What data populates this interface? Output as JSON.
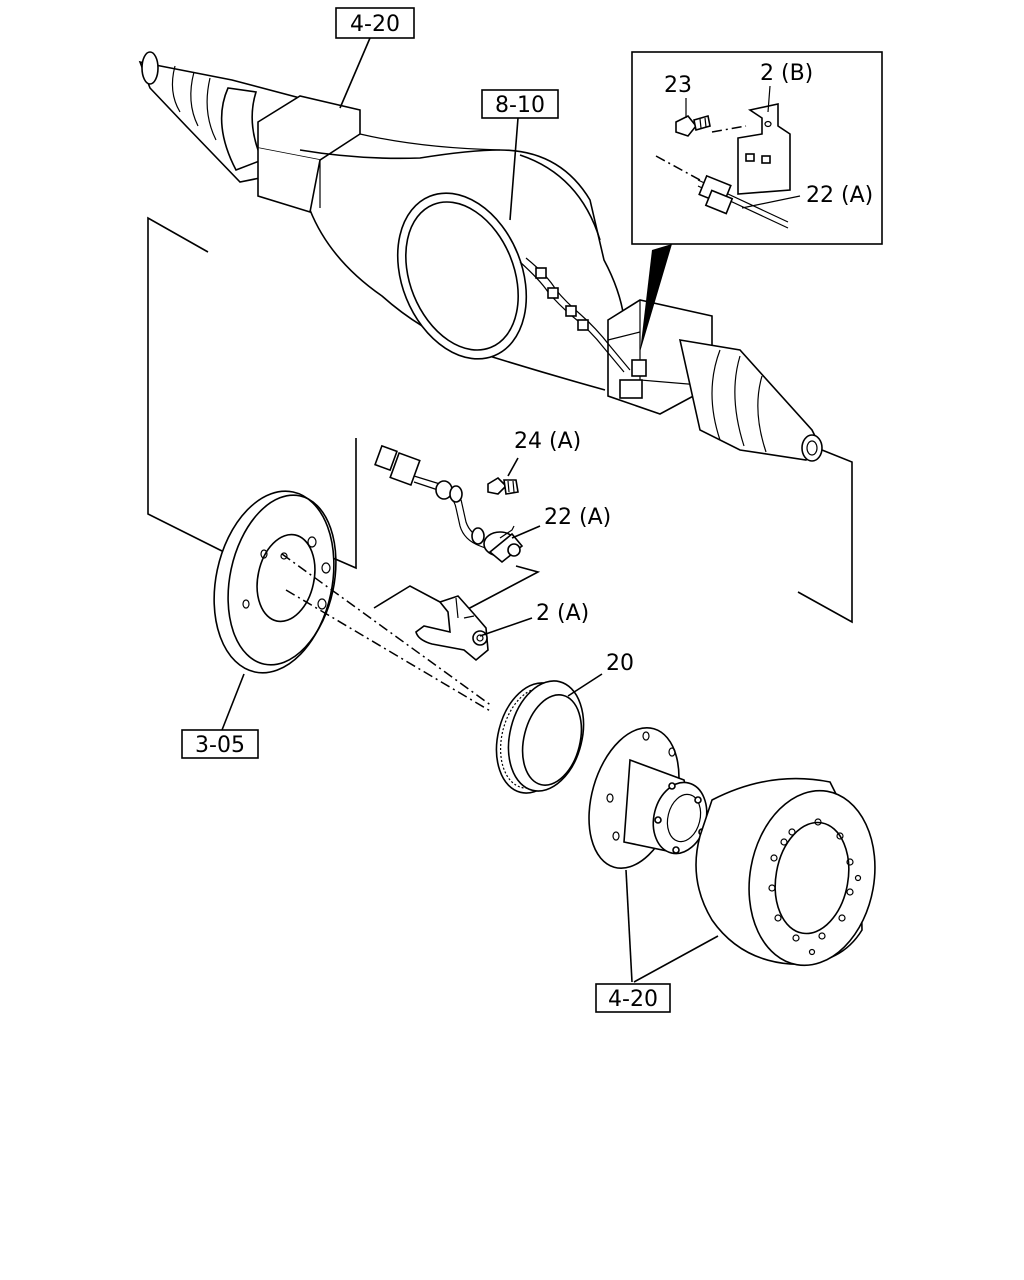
{
  "reference_boxes": {
    "top": "4-20",
    "axle": "8-10",
    "backing_plate": "3-05",
    "hub_drum": "4-20"
  },
  "callouts": {
    "bolt_inset": "23",
    "bracket_inset": "2 (B)",
    "sensor_inset": "22 (A)",
    "bolt": "24 (A)",
    "sensor": "22 (A)",
    "bracket": "2 (A)",
    "tone_ring": "20"
  }
}
